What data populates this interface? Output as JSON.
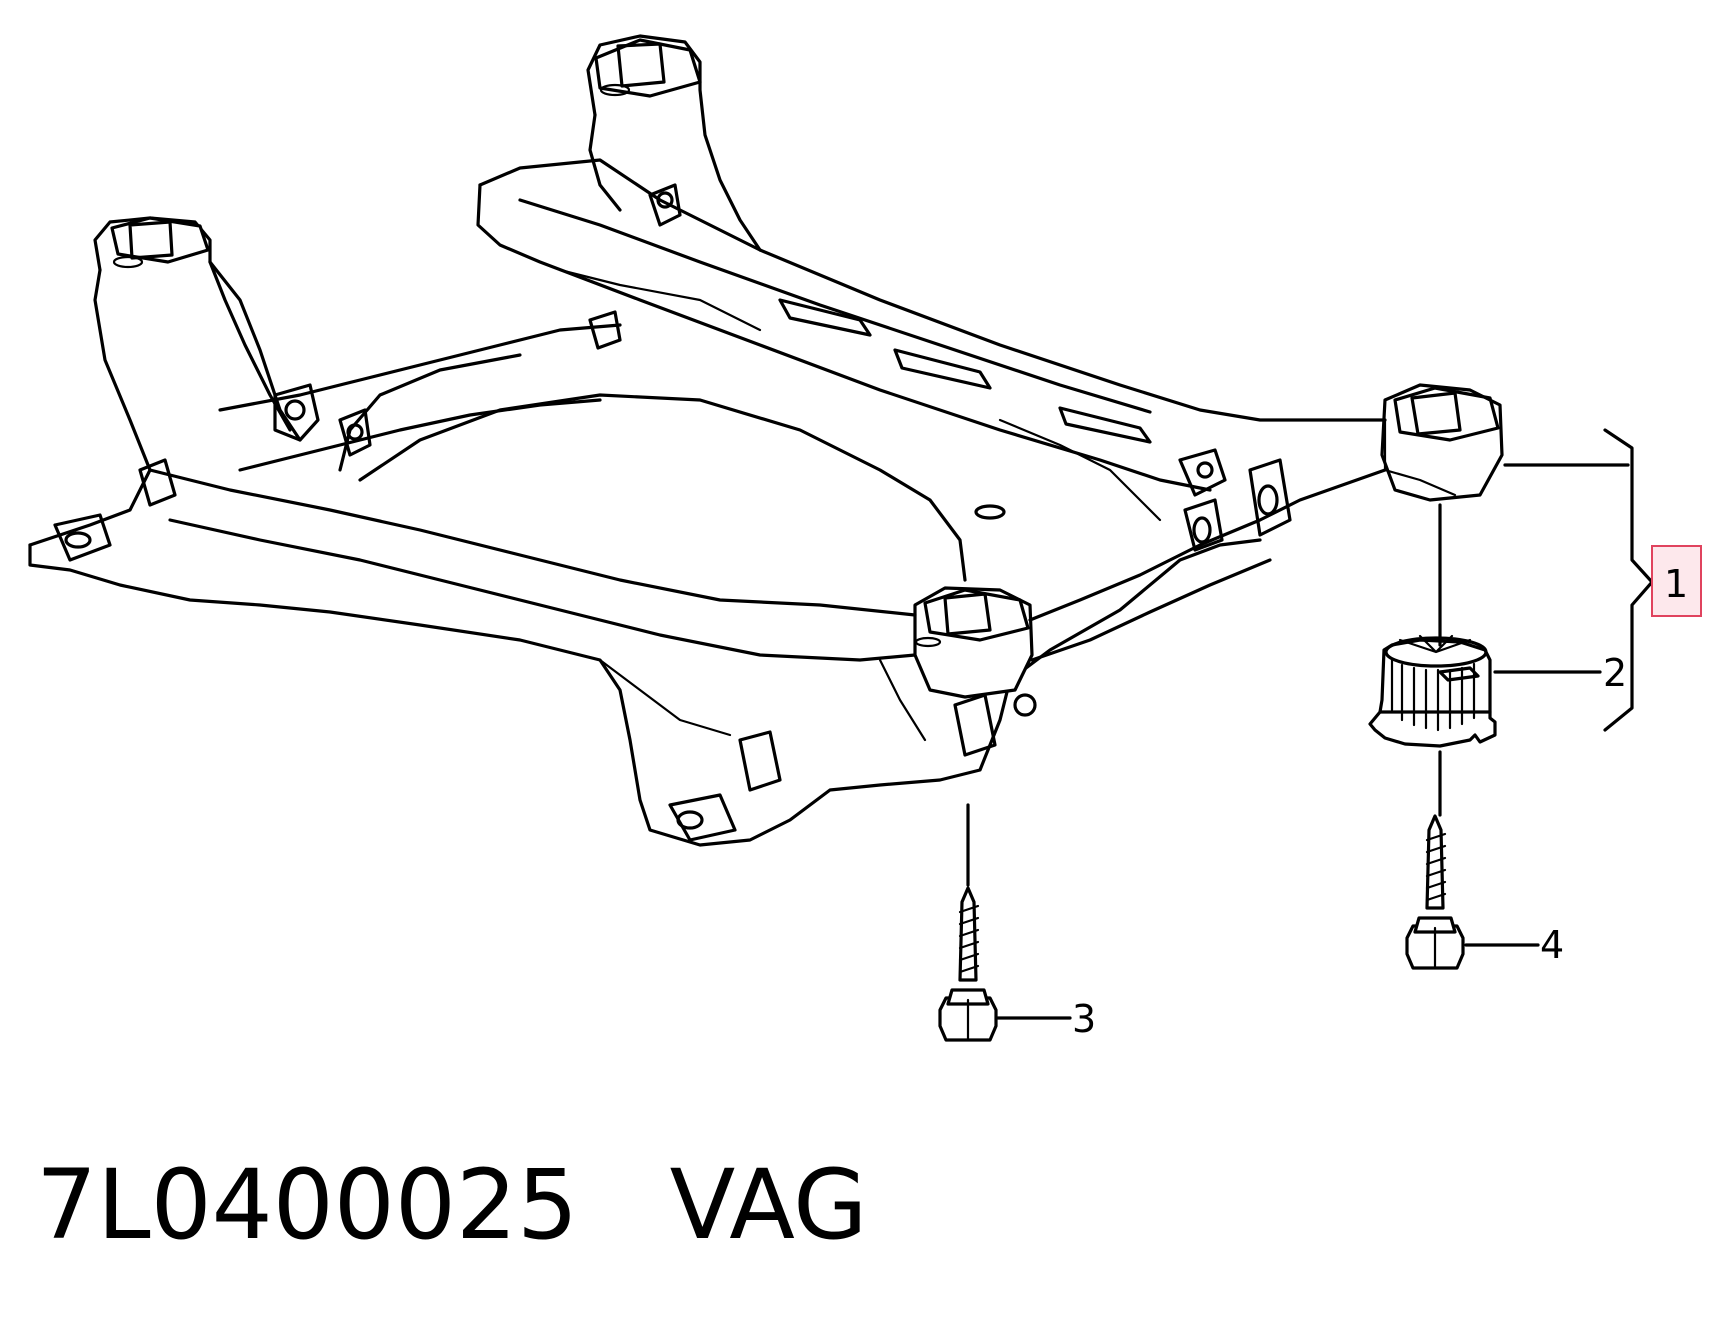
{
  "callouts": {
    "c1": "1",
    "c2": "2",
    "c3": "3",
    "c4": "4"
  },
  "caption": {
    "part_number": "7L0400025",
    "brand": "VAG"
  },
  "colors": {
    "line": "#000000",
    "background": "#ffffff",
    "highlight_border": "#e0435e",
    "highlight_fill": "#fde8ec"
  }
}
